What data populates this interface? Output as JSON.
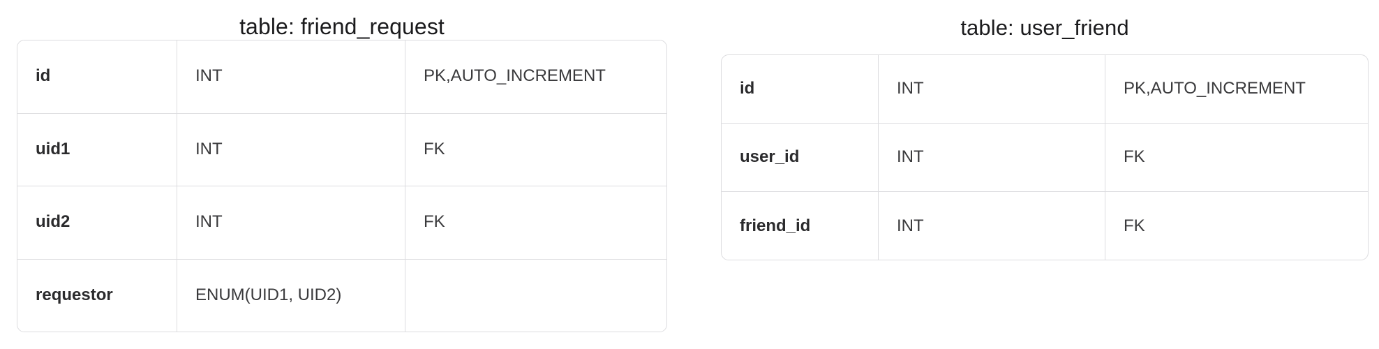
{
  "canvas": {
    "background": "#ffffff",
    "border_color": "#dcdcdf",
    "name_text_color": "#2b2b2d",
    "value_text_color": "#3a3a3c",
    "title_text_color": "#1b1b1d"
  },
  "tables": [
    {
      "title": "table: friend_request",
      "rows": [
        {
          "name": "id",
          "type": "INT",
          "key": "PK,AUTO_INCREMENT"
        },
        {
          "name": "uid1",
          "type": "INT",
          "key": "FK"
        },
        {
          "name": "uid2",
          "type": "INT",
          "key": "FK"
        },
        {
          "name": "requestor",
          "type": "ENUM(UID1, UID2)",
          "key": ""
        }
      ]
    },
    {
      "title": "table: user_friend",
      "rows": [
        {
          "name": "id",
          "type": "INT",
          "key": "PK,AUTO_INCREMENT"
        },
        {
          "name": "user_id",
          "type": "INT",
          "key": "FK"
        },
        {
          "name": "friend_id",
          "type": "INT",
          "key": "FK"
        }
      ]
    }
  ]
}
